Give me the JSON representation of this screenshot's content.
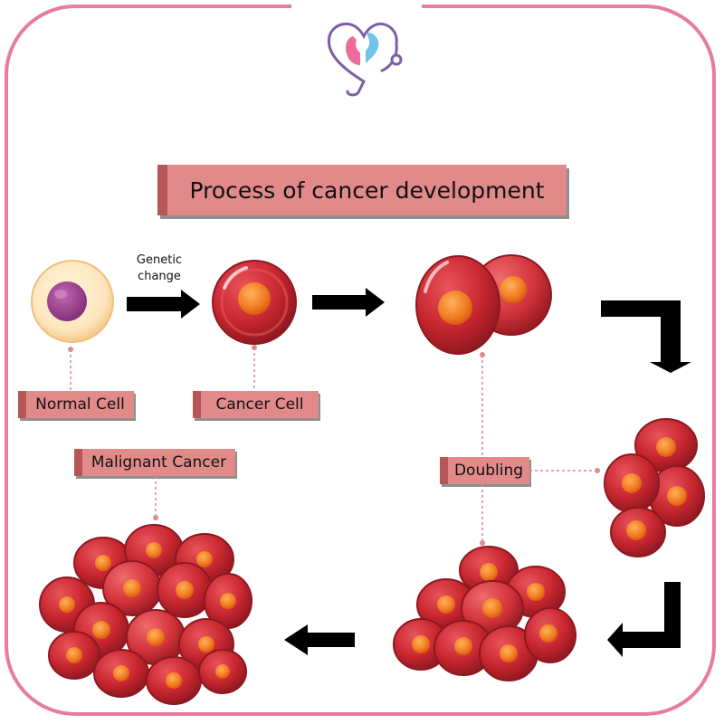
{
  "title": "Process of cancer development",
  "labels": {
    "normal_cell": "Normal Cell",
    "cancer_cell": "Cancer Cell",
    "doubling": "Doubling",
    "malignant_cancer": "Malignant Cancer"
  },
  "arrow_text": {
    "line1": "Genetic",
    "line2": "change"
  },
  "colors": {
    "frame": "#e87aa3",
    "label_bg": "#e28a8a",
    "label_tab": "#b65656",
    "cell_red": "#c8262f",
    "nucleus_orange": "#f07a21",
    "normal_cell_body": "#fde6bd",
    "normal_cell_nucleus": "#9a3f88",
    "arrow": "#000000"
  }
}
